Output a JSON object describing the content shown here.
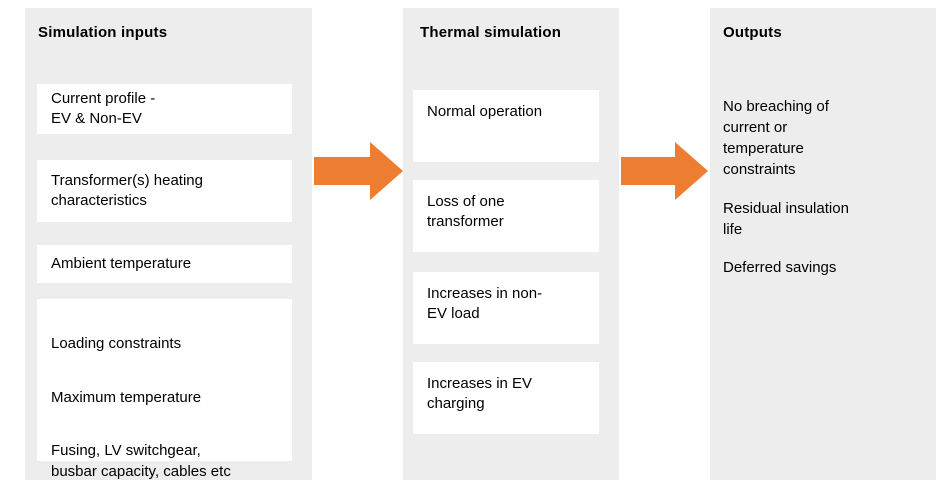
{
  "colors": {
    "panel_bg": "#ededed",
    "box_bg": "#ffffff",
    "arrow": "#ed7d31",
    "text": "#000000"
  },
  "diagram": {
    "inputs": {
      "title": "Simulation inputs",
      "box_current_profile": "Current profile -\nEV & Non-EV",
      "box_transformer_heating": "Transformer(s) heating\ncharacteristics",
      "box_ambient_temperature": "Ambient temperature",
      "constraints_box": {
        "item_loading": "Loading constraints",
        "item_max_temp": "Maximum temperature",
        "item_fusing": "Fusing, LV switchgear,\nbusbar capacity, cables etc"
      }
    },
    "simulation": {
      "title": "Thermal simulation",
      "box_normal": "Normal operation",
      "box_loss_transformer": "Loss of one\ntransformer",
      "box_non_ev_load": "Increases in non-\nEV load",
      "box_ev_charging": "Increases in EV\ncharging"
    },
    "outputs": {
      "title": "Outputs",
      "item_no_breaching": "No breaching of\ncurrent or\ntemperature\nconstraints",
      "item_residual_life": "Residual insulation\nlife",
      "item_deferred_savings": "Deferred savings"
    }
  }
}
